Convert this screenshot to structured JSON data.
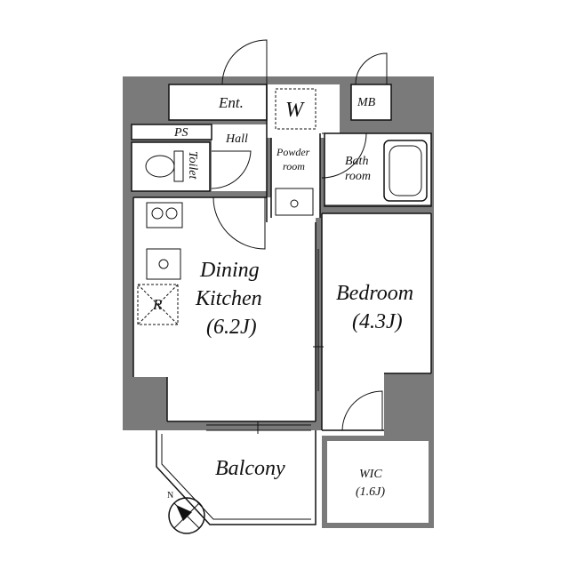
{
  "rooms": {
    "entrance": "Ent.",
    "washer": "W",
    "meter_box": "MB",
    "pipe_space": "PS",
    "hall": "Hall",
    "toilet": "Toilet",
    "powder_room": [
      "Powder",
      "room"
    ],
    "bath_room": [
      "Bath",
      "room"
    ],
    "dining_kitchen": [
      "Dining",
      "Kitchen",
      "(6.2J)"
    ],
    "bedroom": [
      "Bedroom",
      "(4.3J)"
    ],
    "refrigerator": "R",
    "balcony": "Balcony",
    "wic": [
      "WIC",
      "(1.6J)"
    ],
    "north": "N"
  }
}
